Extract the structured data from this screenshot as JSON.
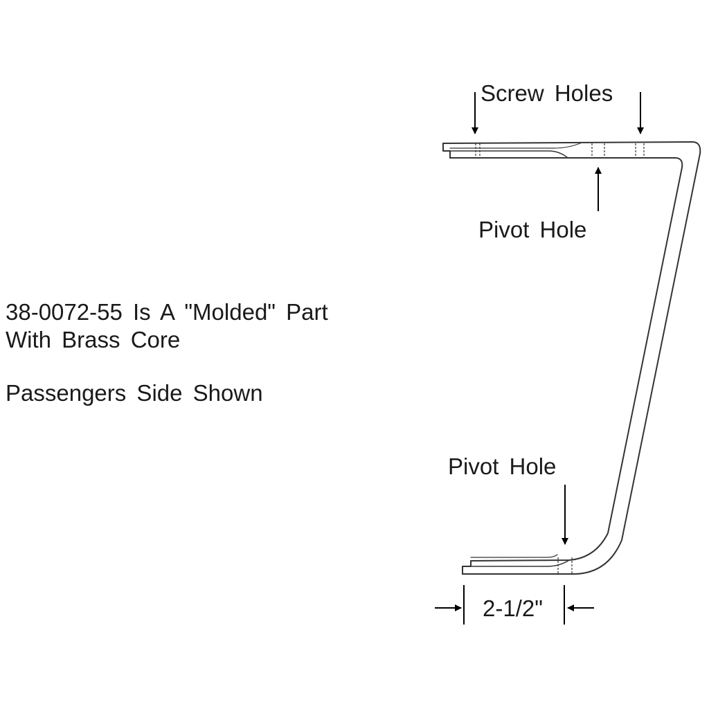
{
  "notes": {
    "part_line": "38-0072-55 Is A \"Molded\" Part",
    "core_line": "With Brass Core",
    "side_line": "Passengers Side Shown"
  },
  "callouts": {
    "screw_holes": "Screw Holes",
    "pivot_hole_top": "Pivot Hole",
    "pivot_hole_bottom": "Pivot Hole",
    "dimension": "2-1/2\""
  }
}
